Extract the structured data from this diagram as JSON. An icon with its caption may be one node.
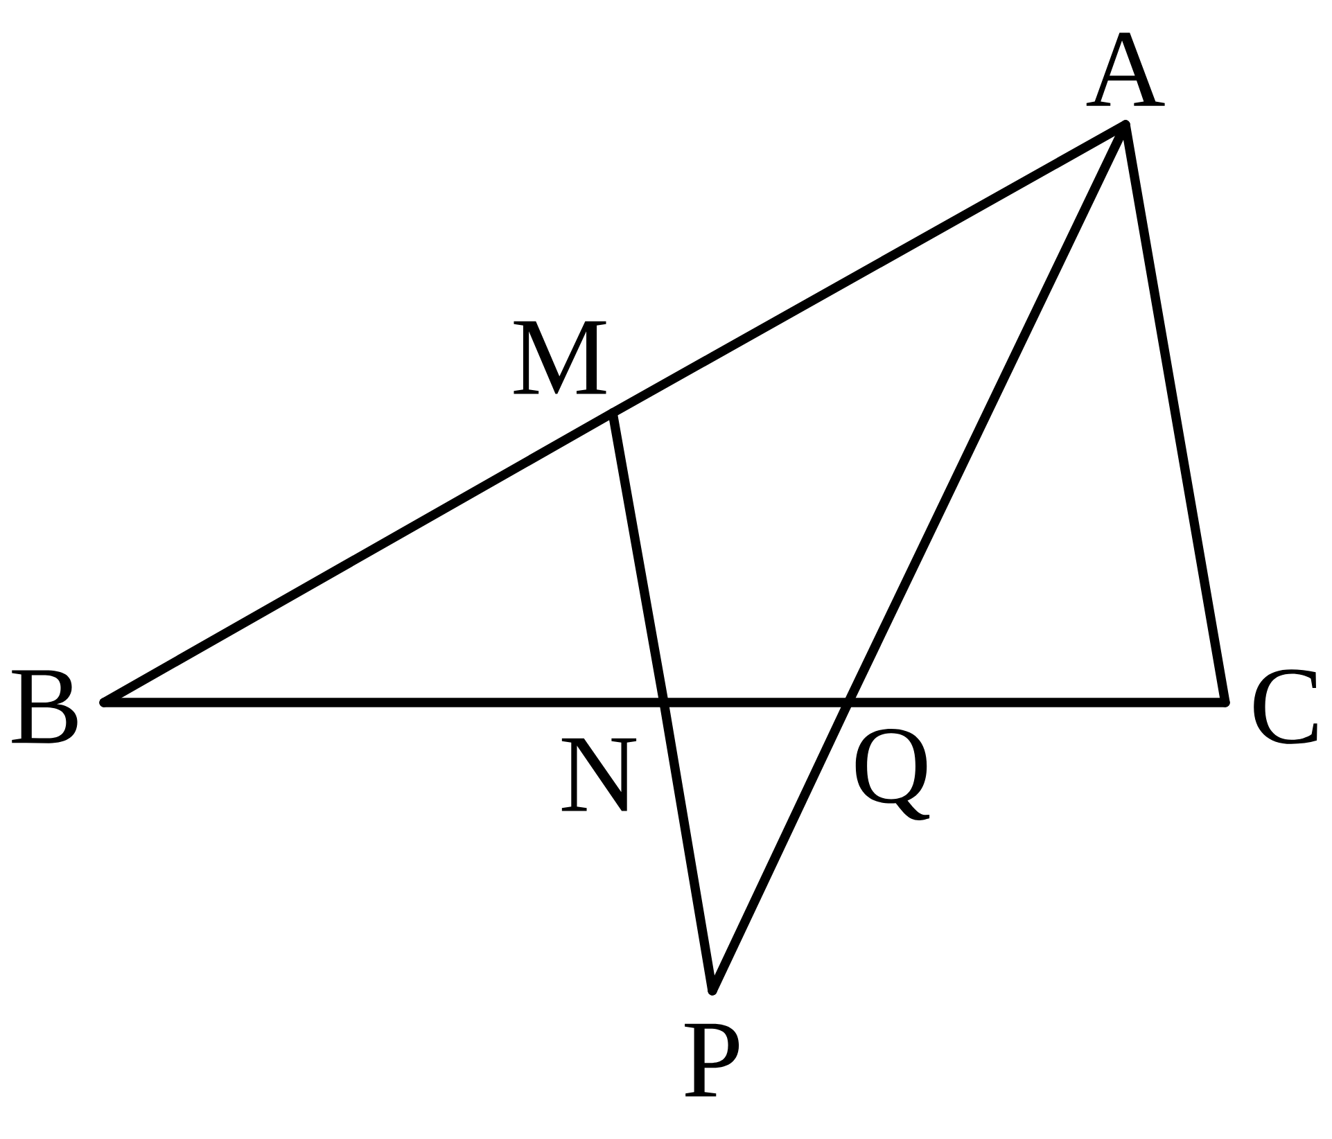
{
  "diagram": {
    "nodes": [
      {
        "text": [
          "A"
        ]
      },
      {
        "text": [
          "M"
        ]
      },
      {
        "text": [
          "B"
        ]
      },
      {
        "text": [
          "N"
        ]
      },
      {
        "text": [
          "Q"
        ]
      },
      {
        "text": [
          "C"
        ]
      },
      {
        "text": [
          "P"
        ]
      }
    ],
    "edges": [
      {
        "from": 2,
        "to": 1,
        "arrow": "none"
      },
      {
        "from": 1,
        "to": 0,
        "arrow": "none"
      },
      {
        "from": 0,
        "to": 5,
        "arrow": "none"
      },
      {
        "from": 2,
        "to": 3,
        "arrow": "none"
      },
      {
        "from": 3,
        "to": 4,
        "arrow": "none"
      },
      {
        "from": 4,
        "to": 5,
        "arrow": "none"
      },
      {
        "from": 1,
        "to": 3,
        "arrow": "none"
      },
      {
        "from": 3,
        "to": 6,
        "arrow": "none"
      },
      {
        "from": 0,
        "to": 4,
        "arrow": "none"
      },
      {
        "from": 4,
        "to": 6,
        "arrow": "none"
      }
    ]
  }
}
